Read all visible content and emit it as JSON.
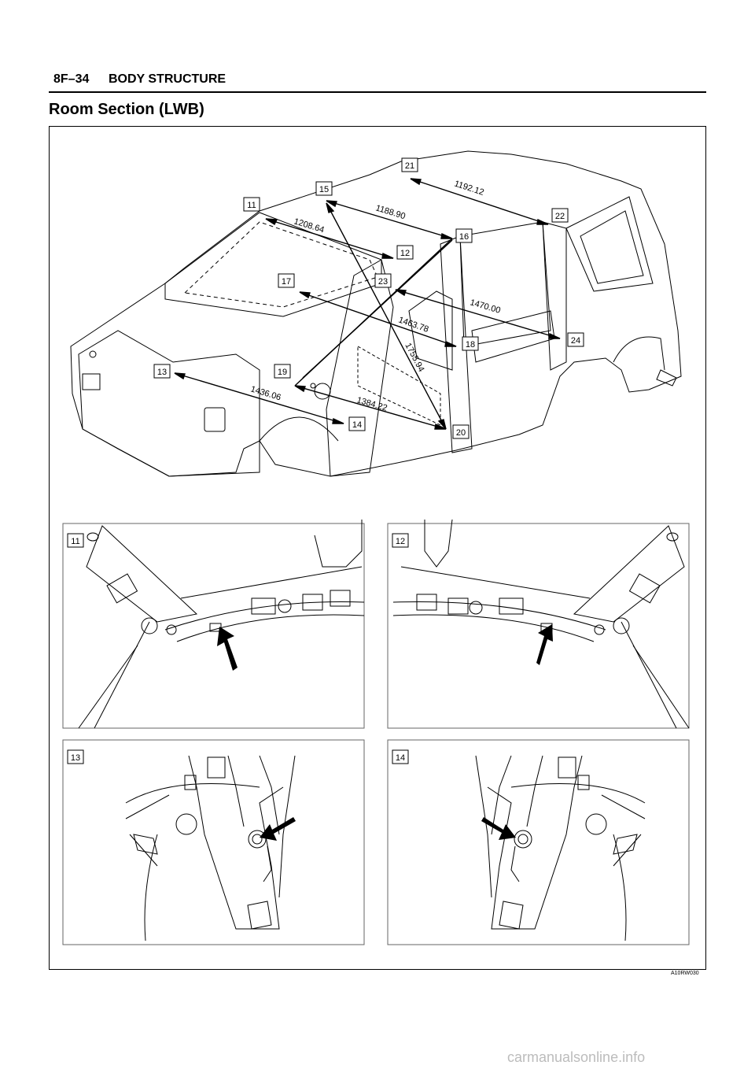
{
  "header": {
    "page_number": "8F–34",
    "section": "BODY STRUCTURE"
  },
  "title": "Room Section (LWB)",
  "points": [
    "11",
    "12",
    "13",
    "14",
    "15",
    "16",
    "17",
    "18",
    "19",
    "20",
    "21",
    "22",
    "23",
    "24"
  ],
  "measurements": [
    "1208.64",
    "1188.90",
    "1192.12",
    "1470.00",
    "1463.78",
    "1755.94",
    "1436.06",
    "1384.22"
  ],
  "details": [
    "11",
    "12",
    "13",
    "14"
  ],
  "figure_id": "A10RW030",
  "watermark": "carmanualsonline.info"
}
